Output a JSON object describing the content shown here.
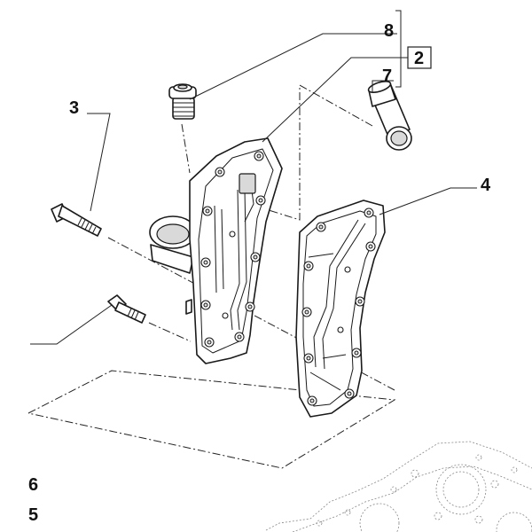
{
  "diagram": {
    "callouts": {
      "part_2": "2",
      "part_3": "3",
      "part_4": "4",
      "part_5": "5",
      "part_6": "6",
      "part_7": "7",
      "part_8": "8"
    }
  }
}
